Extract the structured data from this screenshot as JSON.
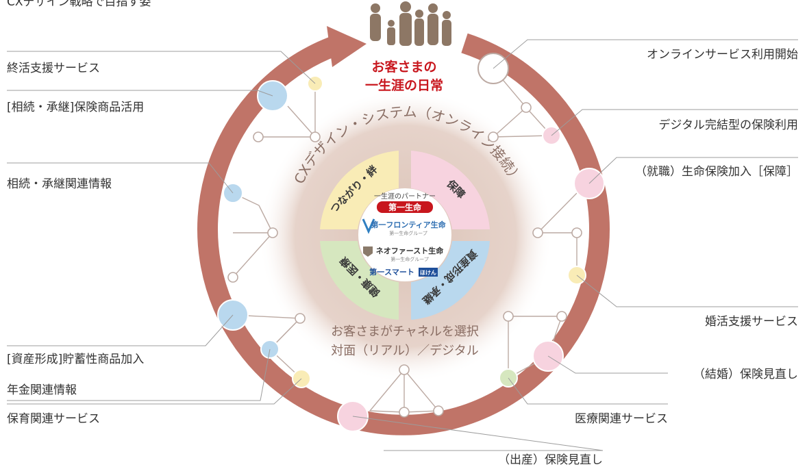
{
  "header_text": "CXデザイン戦略で目指す姿",
  "center_top": {
    "line1": "お客さまの",
    "line2": "一生涯の日常"
  },
  "system_ring_label": "CXデザイン・システム（オンライン接続）",
  "channel": {
    "line1": "お客さまがチャネルを選択",
    "line2": "対面（リアル）／デジタル"
  },
  "segments": [
    {
      "label": "つながり・絆",
      "color": "#f9ecb6"
    },
    {
      "label": "保障",
      "color": "#f7d3df"
    },
    {
      "label": "資産形成・承継",
      "color": "#b9d8ee"
    },
    {
      "label": "健康・医療",
      "color": "#d6e7bf"
    }
  ],
  "brands": {
    "partner_tagline": "一生涯のパートナー",
    "daiichi": "第一生命",
    "frontier": "第一フロンティア生命",
    "frontier_sub": "第一生命グループ",
    "neofirst": "ネオファースト生命",
    "neofirst_sub": "第一生命グループ",
    "smart": "第一スマート",
    "smart_badge": "ほけん"
  },
  "left_labels": [
    "終活支援サービス",
    "[相続・承継]保険商品活用",
    "相続・承継関連情報",
    "[資産形成]貯蓄性商品加入",
    "年金関連情報",
    "保育関連サービス"
  ],
  "right_labels": [
    "オンラインサービス利用開始",
    "デジタル完結型の保険利用",
    "（就職）生命保険加入［保障］",
    "婚活支援サービス",
    "（結婚）保険見直し",
    "医療関連サービス",
    "（出産）保険見直し"
  ],
  "colors": {
    "ring": "#c07468",
    "inner_glow": "#d9bfb2",
    "accent_red": "#c8161d",
    "blue": "#b9d8ee",
    "pink": "#f7d3df",
    "yellow": "#f9ecb6",
    "green": "#d6e7bf",
    "people": "#8d7765"
  }
}
